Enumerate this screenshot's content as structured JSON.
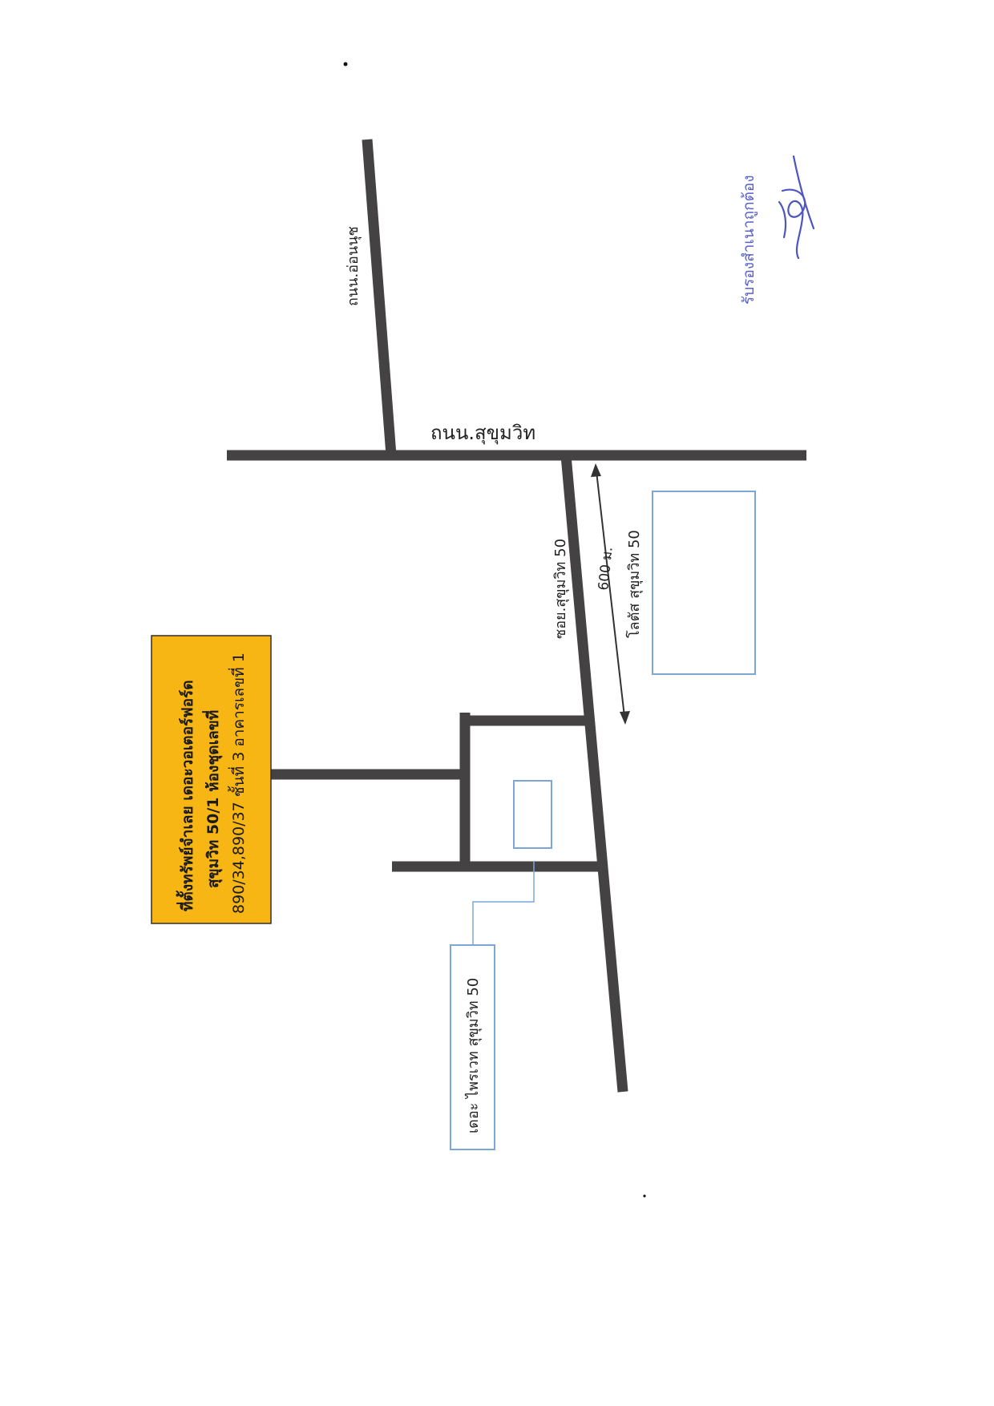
{
  "roads": {
    "sukhumvit": "ถนน.สุขุมวิท",
    "on_nut": "ถนน.อ่อนนุช",
    "soi_50": "ซอย.สุขุมวิท 50"
  },
  "distance": {
    "label": "600 ม."
  },
  "landmarks": {
    "lotus": "โลตัส สุขุมวิท 50",
    "the_private": "เดอะ ไพรเวท สุขุมวิท 50"
  },
  "property": {
    "line1": "ที่ตั้งทรัพย์จำเลย เดอะวอเตอร์ฟอร์ด",
    "line2": "สุขุมวิท 50/1 ห้องชุดเลขที่",
    "line3": "890/34,890/37 ชั้นที่ 3 อาคารเลขที่ 1"
  },
  "certification": {
    "text": "รับรองสำเนาถูกต้อง"
  },
  "colors": {
    "road": "#444242",
    "property_box": "#f7b614",
    "landmark_border": "#7aa7d8",
    "certification_ink": "#5961c8"
  }
}
